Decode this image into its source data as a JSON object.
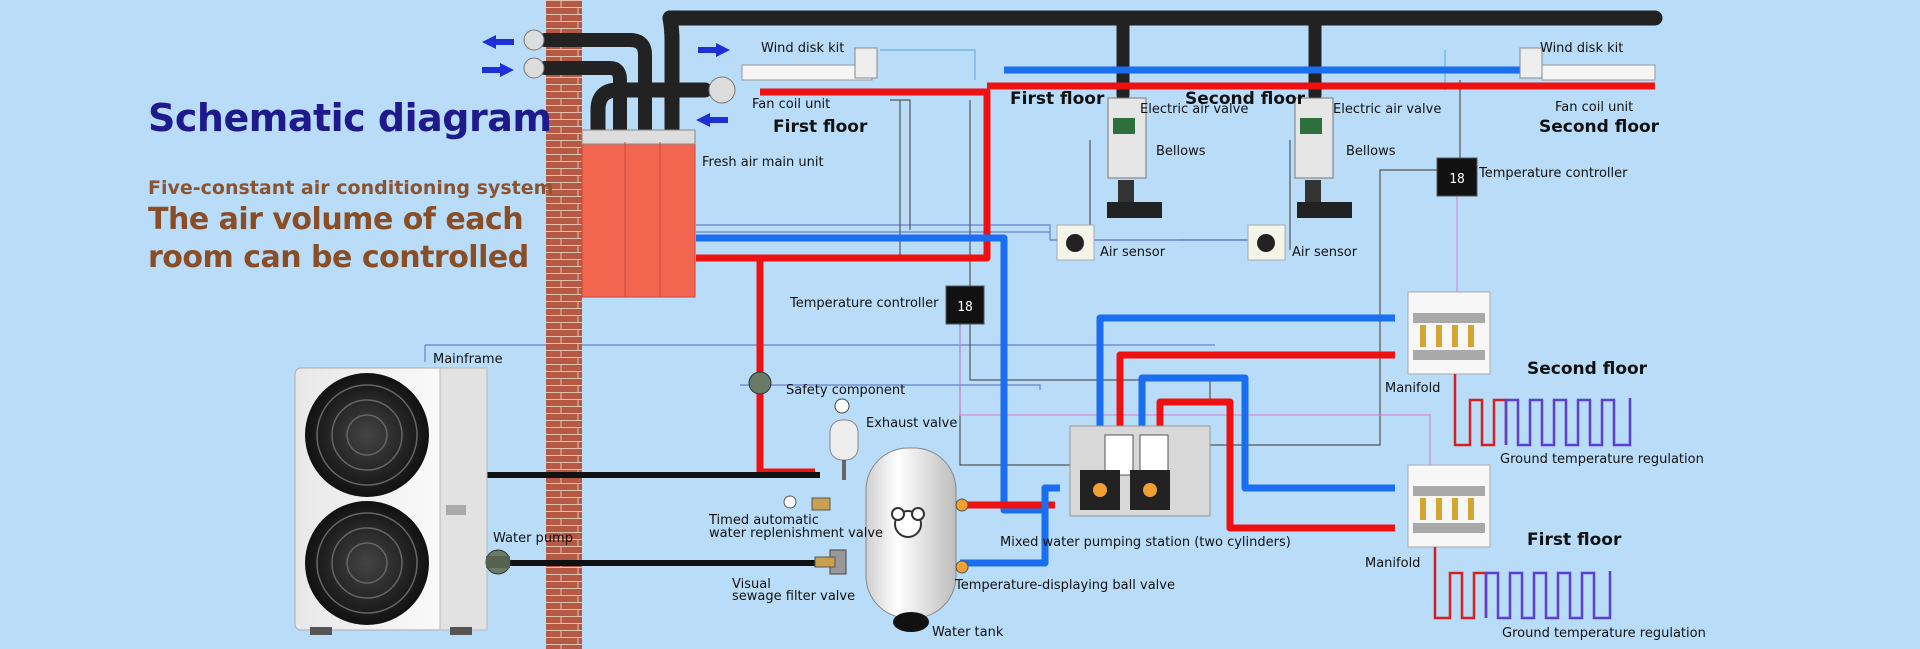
{
  "header": {
    "title": "Schematic diagram",
    "subtitle": "Five-constant air conditioning system",
    "tagline_line1": "The air volume of each",
    "tagline_line2": "room can be controlled"
  },
  "labels": {
    "wind_disk_kit_left": "Wind disk kit",
    "wind_disk_kit_right": "Wind disk kit",
    "fan_coil_unit_left": "Fan coil unit",
    "fan_coil_unit_right": "Fan coil unit",
    "first_floor_left": "First floor",
    "first_floor_center": "First floor",
    "second_floor_center": "Second floor",
    "second_floor_right": "Second floor",
    "electric_air_valve_1": "Electric air valve",
    "electric_air_valve_2": "Electric air valve",
    "bellows_1": "Bellows",
    "bellows_2": "Bellows",
    "fresh_air_main_unit": "Fresh air main unit",
    "temperature_controller_top": "Temperature controller",
    "temperature_controller_mid": "Temperature controller",
    "air_sensor_1": "Air sensor",
    "air_sensor_2": "Air sensor",
    "mainframe": "Mainframe",
    "safety_component": "Safety component",
    "exhaust_valve": "Exhaust valve",
    "timed_replenish_1": "Timed automatic",
    "timed_replenish_2": "water replenishment valve",
    "water_pump": "Water pump",
    "visual_filter_1": "Visual",
    "visual_filter_2": "sewage filter valve",
    "water_tank": "Water tank",
    "temp_ball_valve": "Temperature-displaying ball valve",
    "mixed_water_station": "Mixed water pumping station (two cylinders)",
    "manifold_top": "Manifold",
    "manifold_bottom": "Manifold",
    "second_floor_heating": "Second floor",
    "first_floor_heating": "First floor",
    "ground_temp_top": "Ground temperature regulation",
    "ground_temp_bottom": "Ground temperature regulation"
  },
  "controller_display": "18",
  "colors": {
    "background": "#b9dcf8",
    "hot_pipe": "#ee1111",
    "cold_pipe": "#1a6ef0",
    "duct": "#222222",
    "title": "#1f1a8c",
    "subtitle": "#8a5430",
    "fresh_air_unit": "#f26650",
    "wall": "#b0523e"
  }
}
